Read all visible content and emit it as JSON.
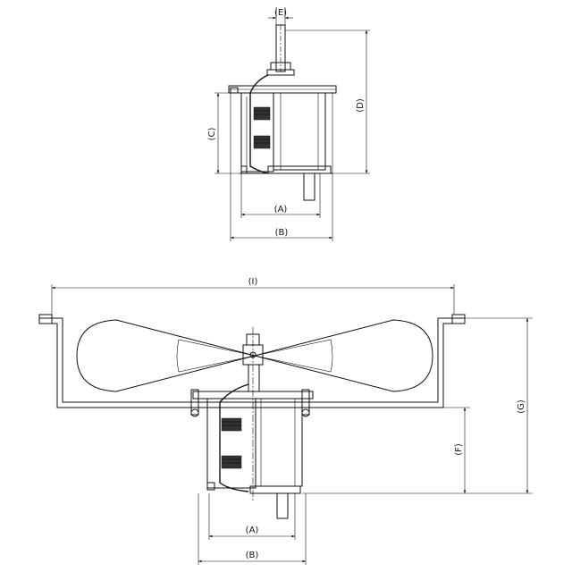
{
  "labels": {
    "A": "(A)",
    "B": "(B)",
    "C": "(C)",
    "D": "(D)",
    "E": "(E)",
    "F": "(F)",
    "G": "(G)",
    "I": "(I)"
  },
  "bottom_labels": {
    "A": "(A)",
    "B": "(B)"
  }
}
